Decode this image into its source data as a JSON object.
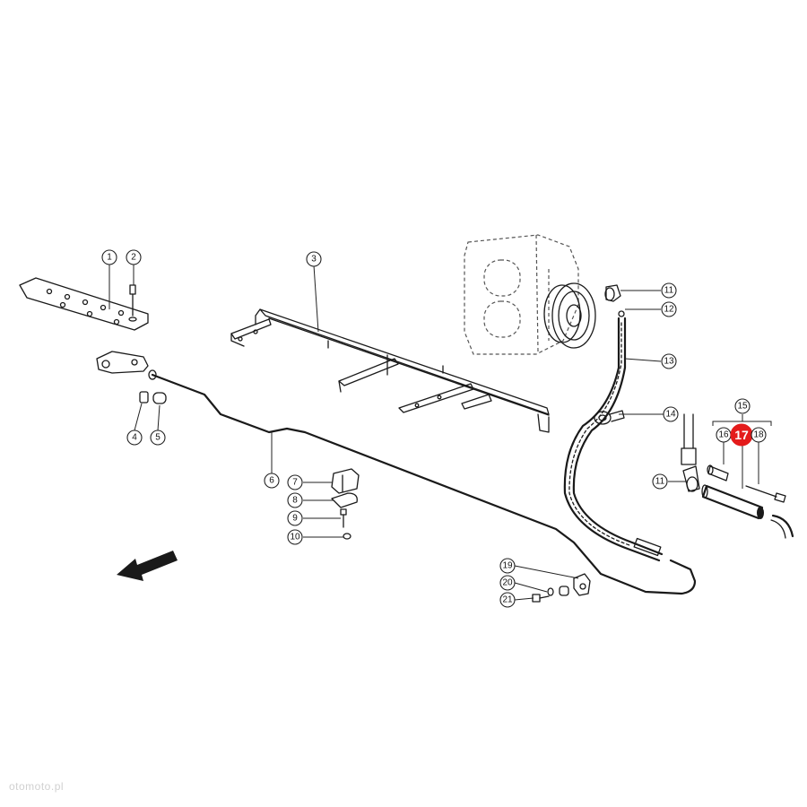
{
  "diagram": {
    "part_numbers": [
      "1",
      "2",
      "3",
      "4",
      "5",
      "6",
      "7",
      "8",
      "9",
      "10",
      "11",
      "12",
      "13",
      "14",
      "15",
      "16",
      "17",
      "18",
      "19",
      "20",
      "21"
    ],
    "highlighted_part": "17",
    "highlight_color": "#e41b1b",
    "line_color": "#1a1a1a",
    "direction_arrow_icon": "arrow-down-left-icon"
  },
  "watermark": {
    "text": "otomoto.pl"
  }
}
